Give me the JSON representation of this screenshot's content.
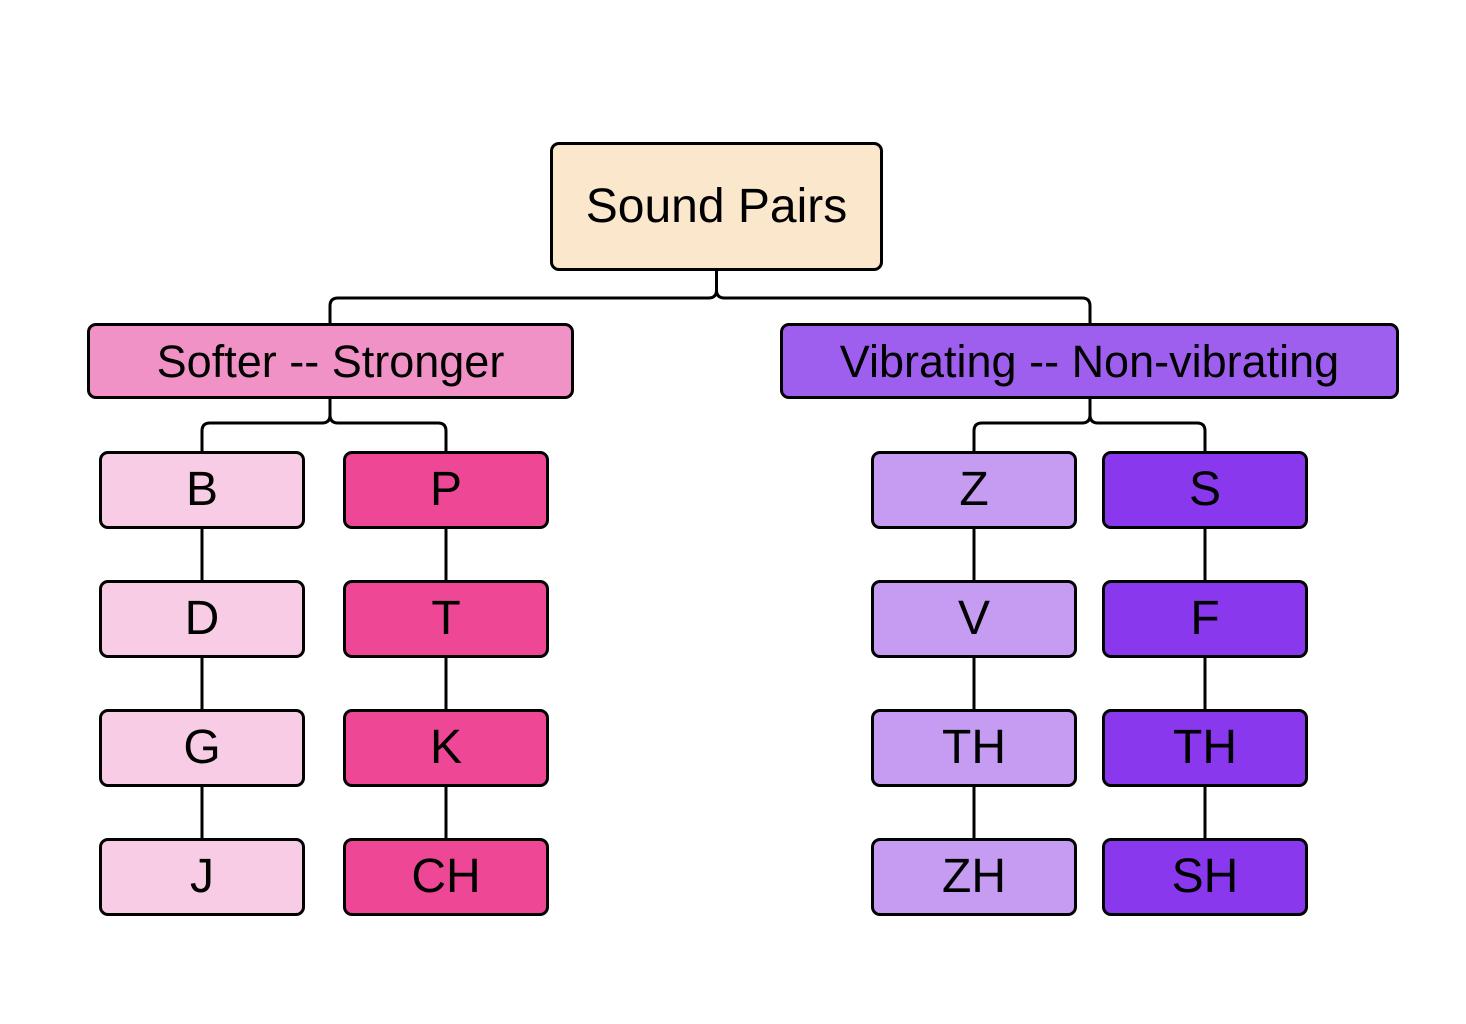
{
  "diagram": {
    "background": "#ffffff",
    "line_color": "#000000",
    "tree": {
      "root": {
        "label": "Sound Pairs",
        "fill": "#FAE7CC"
      },
      "branches": [
        {
          "label": "Softer -- Stronger",
          "fill": "#F092C6",
          "columns": [
            {
              "name": "softer",
              "fill": "#F8CCE5",
              "cells": [
                "B",
                "D",
                "G",
                "J"
              ]
            },
            {
              "name": "stronger",
              "fill": "#ED4795",
              "cells": [
                "P",
                "T",
                "K",
                "CH"
              ]
            }
          ]
        },
        {
          "label": "Vibrating -- Non-vibrating",
          "fill": "#9F5FEE",
          "columns": [
            {
              "name": "vibrating",
              "fill": "#C59CF2",
              "cells": [
                "Z",
                "V",
                "TH",
                "ZH"
              ]
            },
            {
              "name": "non-vibrating",
              "fill": "#8938EE",
              "cells": [
                "S",
                "F",
                "TH",
                "SH"
              ]
            }
          ]
        }
      ]
    }
  }
}
